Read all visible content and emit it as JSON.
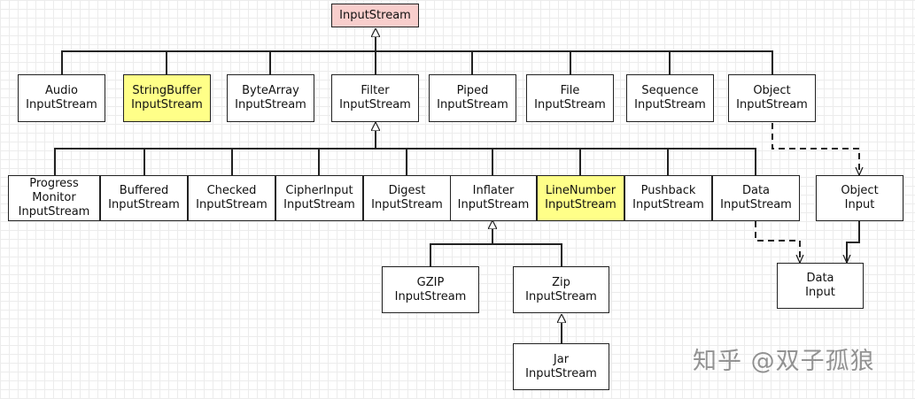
{
  "root": "InputStream",
  "level1": {
    "audio": "Audio\nInputStream",
    "stringbuffer": "StringBuffer\nInputStream",
    "bytearray": "ByteArray\nInputStream",
    "filter": "Filter\nInputStream",
    "piped": "Piped\nInputStream",
    "file": "File\nInputStream",
    "sequence": "Sequence\nInputStream",
    "object": "Object\nInputStream"
  },
  "level2": {
    "progress": "Progress\nMonitor\nInputStream",
    "buffered": "Buffered\nInputStream",
    "checked": "Checked\nInputStream",
    "cipher": "CipherInput\nInputStream",
    "digest": "Digest\nInputStream",
    "inflater": "Inflater\nInputStream",
    "linenumber": "LineNumber\nInputStream",
    "pushback": "Pushback\nInputStream",
    "data": "Data\nInputStream"
  },
  "level3": {
    "gzip": "GZIP\nInputStream",
    "zip": "Zip\nInputStream"
  },
  "level4": {
    "jar": "Jar\nInputStream"
  },
  "interfaces": {
    "objectinput": "Object\nInput",
    "datainput": "Data\nInput"
  },
  "watermark": "知乎 @双子孤狼",
  "colors": {
    "root_fill": "#f8cecc",
    "highlight_fill": "#ffff88",
    "border": "#222222"
  }
}
